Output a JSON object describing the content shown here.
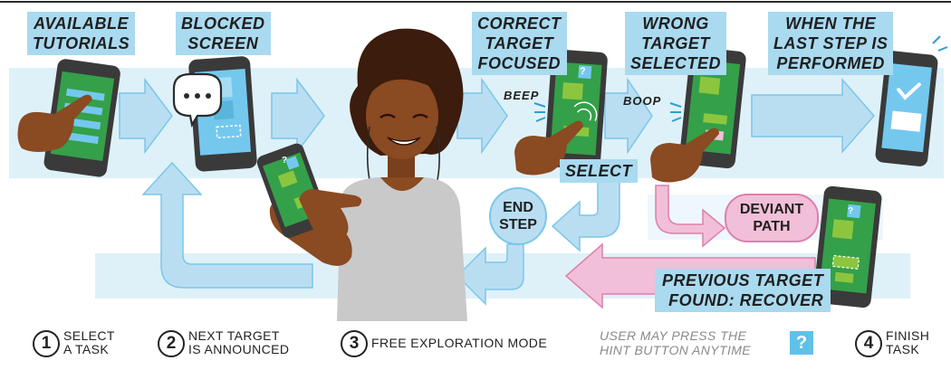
{
  "labels": {
    "available_tutorials": [
      "AVAILABLE",
      "TUTORIALS"
    ],
    "blocked_screen": [
      "BLOCKED",
      "SCREEN"
    ],
    "correct_target_focused": [
      "CORRECT",
      "TARGET",
      "FOCUSED"
    ],
    "wrong_target_selected": [
      "WRONG",
      "TARGET",
      "SELECTED"
    ],
    "when_last_step": [
      "WHEN THE",
      "LAST STEP IS",
      "PERFORMED"
    ],
    "select": "SELECT",
    "previous_target": [
      "PREVIOUS TARGET",
      "FOUND: RECOVER"
    ]
  },
  "sounds": {
    "beep": "BEEP",
    "boop": "BOOP"
  },
  "bubbles": {
    "end_step": [
      "END",
      "STEP"
    ],
    "deviant_path": [
      "DEVIANT",
      "PATH"
    ]
  },
  "phone_hint_glyph": "?",
  "legend": [
    {
      "num": "1",
      "lines": [
        "SELECT",
        "A TASK"
      ]
    },
    {
      "num": "2",
      "lines": [
        "NEXT TARGET",
        "IS ANNOUNCED"
      ]
    },
    {
      "num": "3",
      "lines": [
        "FREE EXPLORATION MODE"
      ]
    },
    {
      "num": "4",
      "lines": [
        "FINISH",
        "TASK"
      ]
    }
  ],
  "hint_note": [
    "USER MAY PRESS THE",
    "HINT BUTTON ANYTIME"
  ],
  "hint_button": "?",
  "colors": {
    "band": "#def1f9",
    "arrow_blue": "#b9def2",
    "arrow_blue_stroke": "#7cc6ea",
    "arrow_pink": "#f2bfd8",
    "arrow_pink_stroke": "#de7fae",
    "phone": "#3a3a3a",
    "screen_green": "#34a049",
    "screen_blue": "#74c8ee",
    "skin": "#8a4a22",
    "hair": "#3b1c0d"
  }
}
